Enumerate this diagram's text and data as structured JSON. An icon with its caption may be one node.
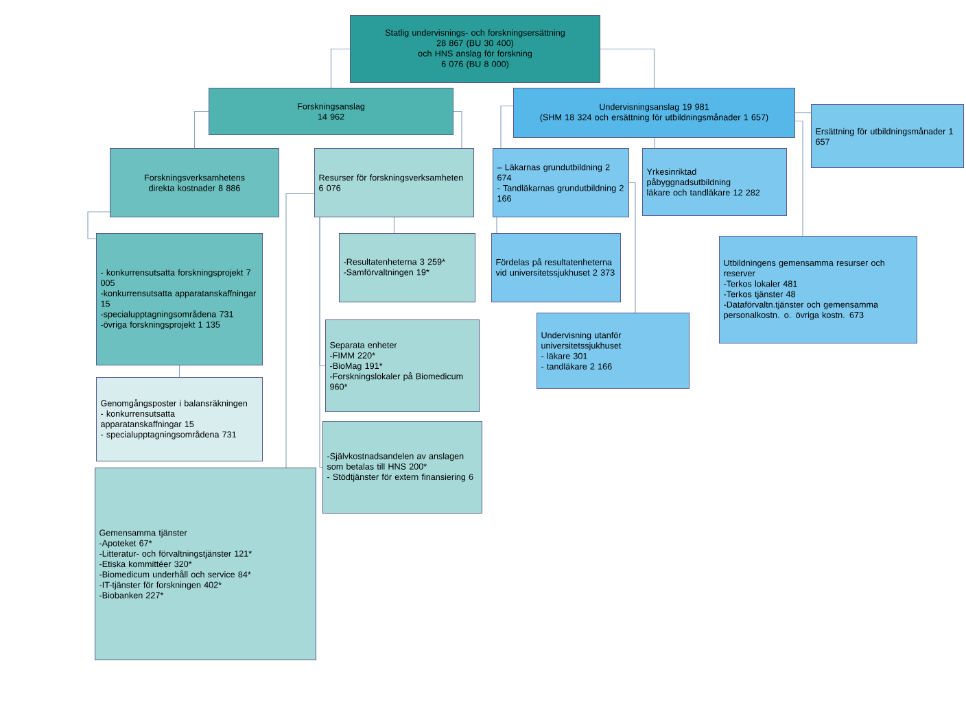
{
  "diagram": {
    "nodes": [
      {
        "text": [
          "Statlig undervisnings- och forskningsersättning",
          "28 867 (BU 30 400)",
          "och HNS anslag för forskning",
          "6 076 (BU 8 000)"
        ]
      },
      {
        "text": [
          "Forskningsanslag",
          "14 962"
        ]
      },
      {
        "text": [
          "Undervisningsanslag 19 981",
          "(SHM 18 324 och ersättning för utbildningsmånader 1 657)"
        ]
      },
      {
        "text": [
          "Ersättning för utbildningsmånader 1 657"
        ]
      },
      {
        "text": [
          "Forskningsverksamhetens direkta kostnader 8 886"
        ]
      },
      {
        "text": [
          "Resurser för forskningsverksamheten 6 076"
        ]
      },
      {
        "text": [
          "– Läkarnas grundutbildning 2 674",
          "- Tandläkarnas grundutbildning 2 166"
        ]
      },
      {
        "text": [
          "Yrkesinriktad påbyggnadsutbildning läkare och tandläkare 12 282"
        ]
      },
      {
        "text": [
          "- konkurrensutsatta forskningsprojekt 7 005",
          "-konkurrensutsatta apparatanskaffningar 15",
          "-specialupptagningsområdena 731",
          "-övriga forskningsprojekt 1 135"
        ]
      },
      {
        "text": [
          "-Resultatenheterna 3 259*",
          "-Samförvaltningen 19*"
        ]
      },
      {
        "text": [
          "Fördelas på resultatenheterna vid universitetssjukhuset 2 373"
        ]
      },
      {
        "text": [
          "Utbildningens gemensamma resurser och reserver",
          "-Terkos lokaler 481",
          "-Terkos tjänster 48",
          "-Dataförvaltn.tjänster och gemensamma personalkostn. o. övriga kostn. 673"
        ]
      },
      {
        "text": [
          "Genomgångsposter i balansräkningen",
          "- konkurrensutsatta apparatanskaffningar 15",
          "- specialupptagningsområdena 731"
        ]
      },
      {
        "text": [
          "Separata enheter",
          "-FIMM 220*",
          "-BioMag 191*",
          "-Forskningslokaler på Biomedicum 960*"
        ]
      },
      {
        "text": [
          "Undervisning utanför universitetssjukhuset",
          "- läkare 301",
          "- tandläkare 2 166"
        ]
      },
      {
        "text": [
          "-Självkostnadsandelen av anslagen som betalas till HNS 200*",
          "- Stödtjänster för extern finansiering 6"
        ]
      },
      {
        "text": [
          "Gemensamma tjänster",
          "-Apoteket 67*",
          "-Litteratur- och förvaltningstjänster 121*",
          "-Etiska kommittéer 320*",
          "-Biomedicum underhåll och service 84*",
          "-IT-tjänster för forskningen 402*",
          "-Biobanken 227*"
        ]
      }
    ],
    "edges": [
      {
        "from": 0,
        "to": 1,
        "arrow": "none"
      },
      {
        "from": 0,
        "to": 2,
        "arrow": "none"
      },
      {
        "from": 1,
        "to": 4,
        "arrow": "none"
      },
      {
        "from": 1,
        "to": 5,
        "arrow": "none"
      },
      {
        "from": 2,
        "to": 3,
        "arrow": "none"
      },
      {
        "from": 2,
        "to": 6,
        "arrow": "none"
      },
      {
        "from": 2,
        "to": 7,
        "arrow": "none"
      },
      {
        "from": 2,
        "to": 11,
        "arrow": "none"
      },
      {
        "from": 4,
        "to": 8,
        "arrow": "none"
      },
      {
        "from": 8,
        "to": 12,
        "arrow": "none"
      },
      {
        "from": 5,
        "to": 9,
        "arrow": "none"
      },
      {
        "from": 5,
        "to": 13,
        "arrow": "none"
      },
      {
        "from": 5,
        "to": 15,
        "arrow": "none"
      },
      {
        "from": 5,
        "to": 16,
        "arrow": "none"
      },
      {
        "from": 6,
        "to": 10,
        "arrow": "none"
      },
      {
        "from": 6,
        "to": 14,
        "arrow": "none"
      }
    ]
  }
}
